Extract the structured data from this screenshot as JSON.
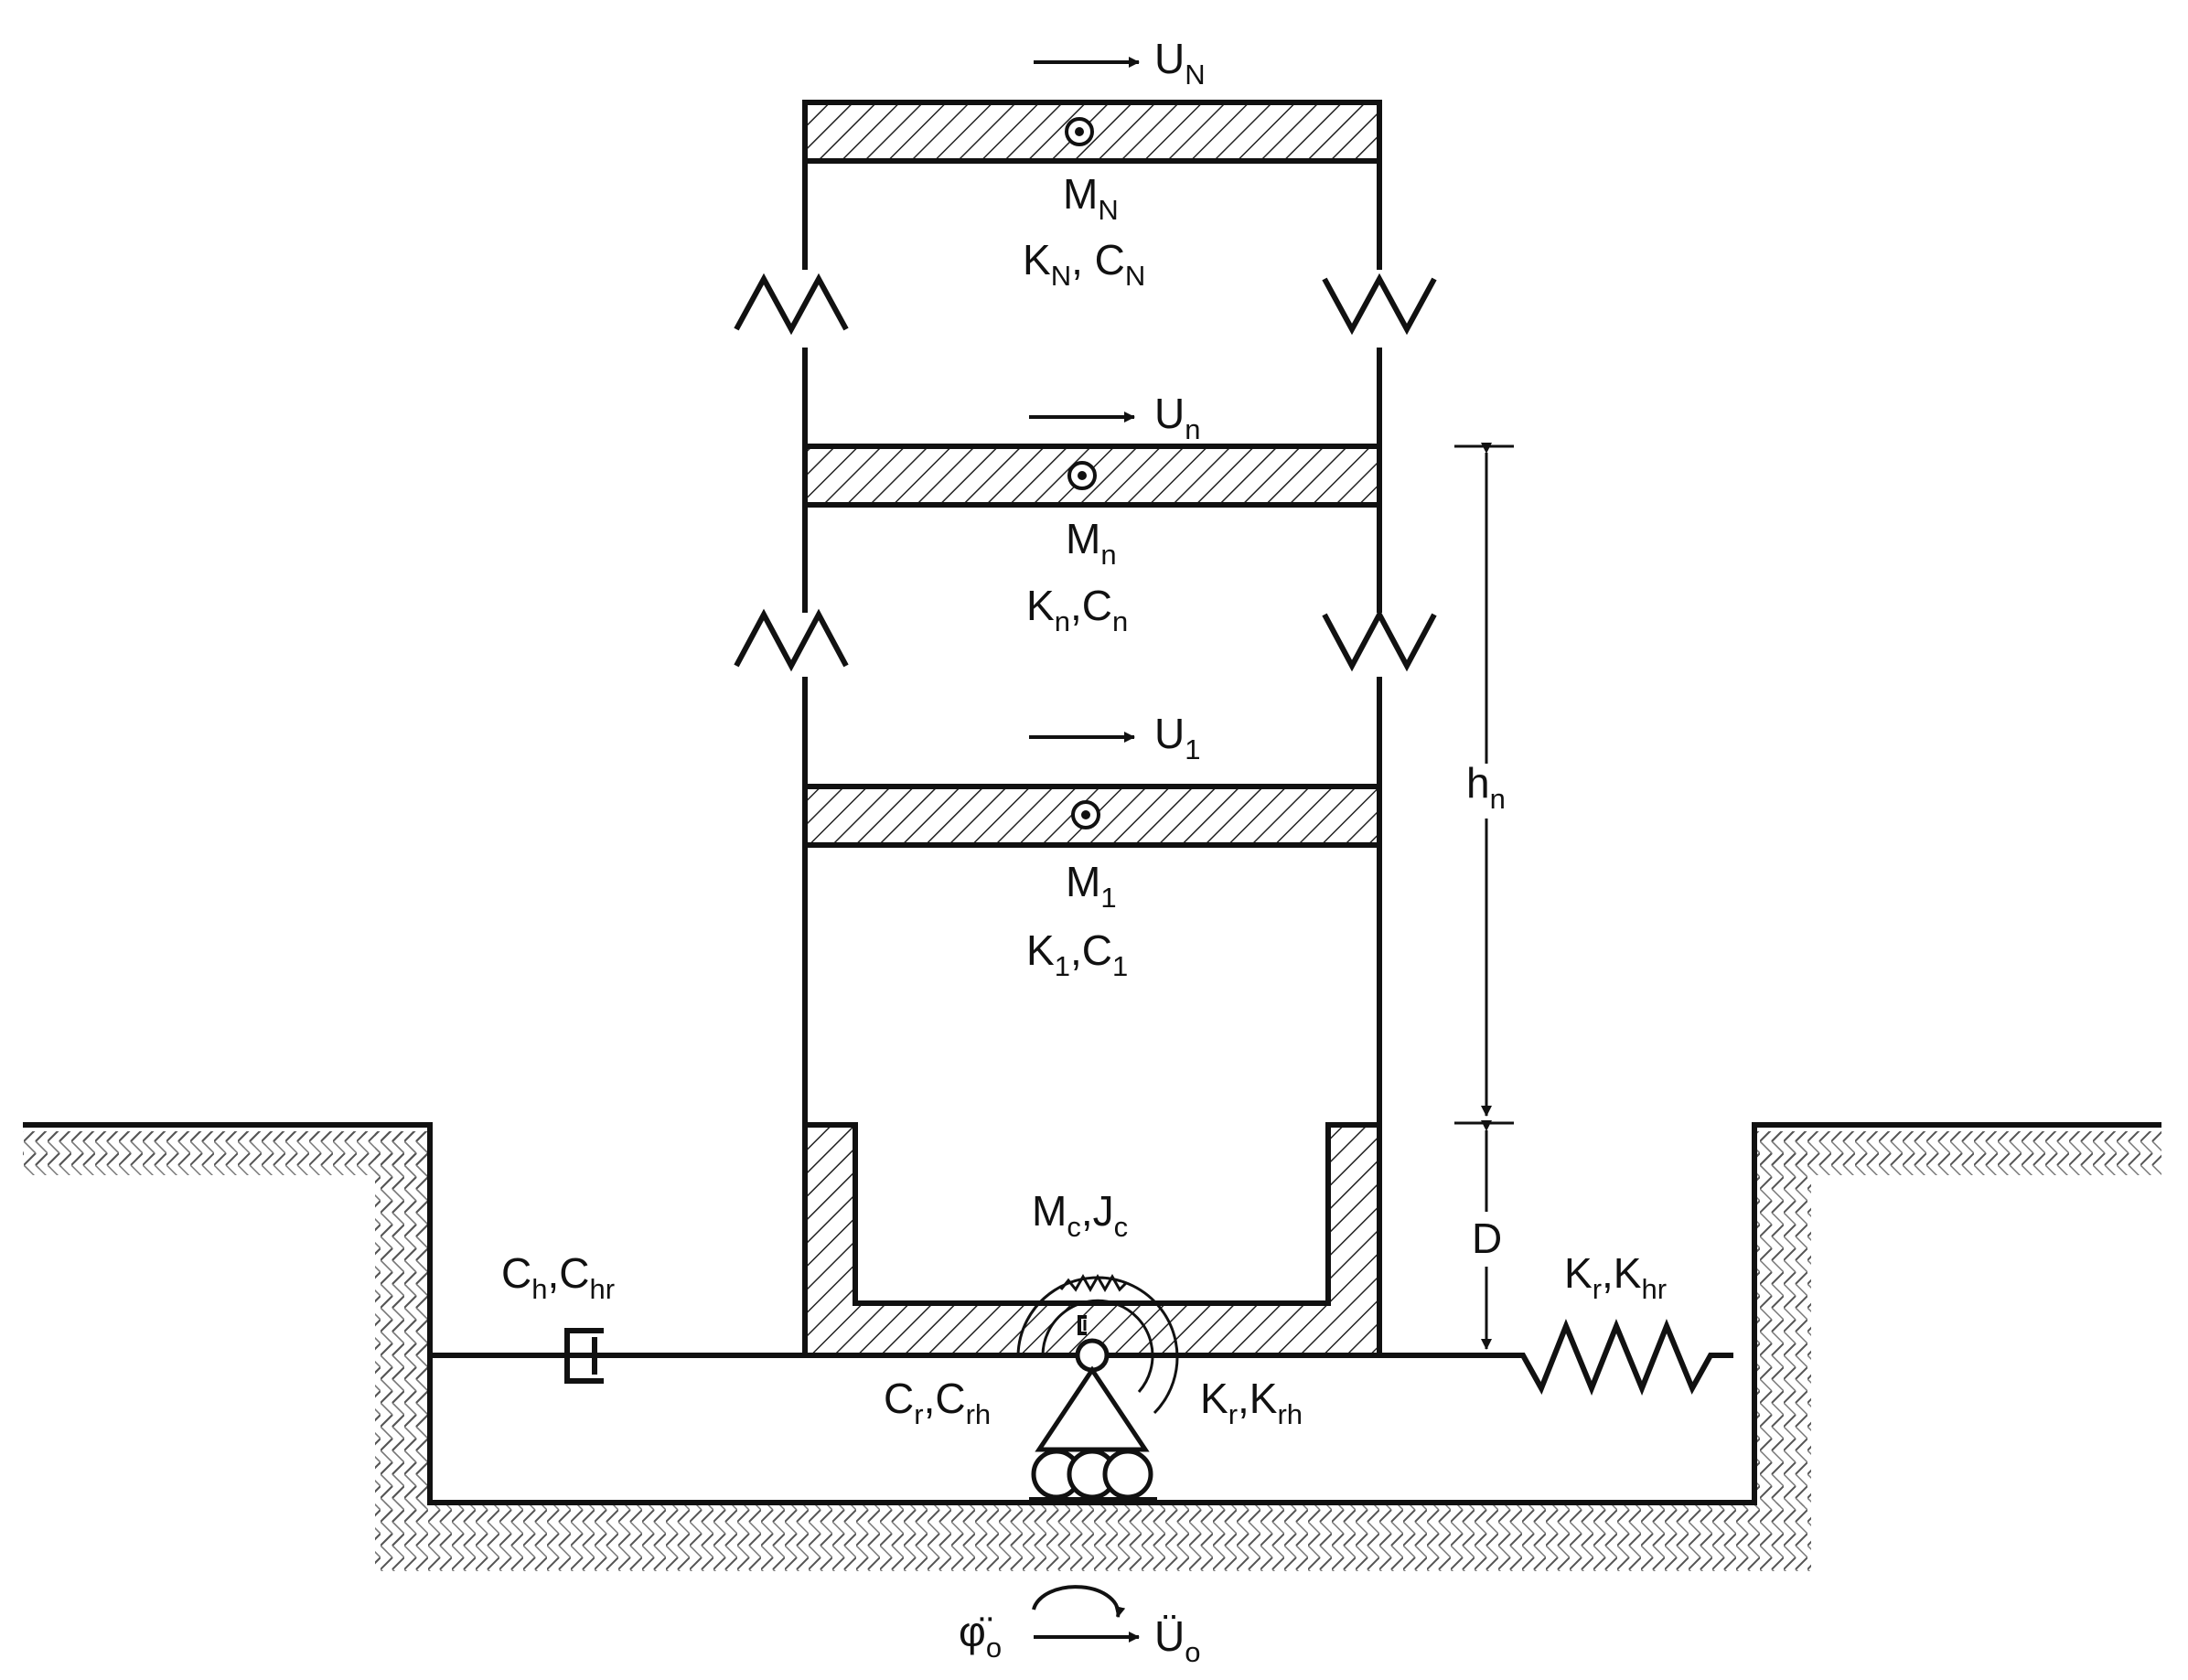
{
  "floors": [
    {
      "id": "N",
      "disp": "U",
      "disp_sub": "N",
      "mass": "M",
      "mass_sub": "N",
      "k": "K",
      "k_sub": "N",
      "sep": ", ",
      "c": "C",
      "c_sub": "N"
    },
    {
      "id": "n",
      "disp": "U",
      "disp_sub": "n",
      "mass": "M",
      "mass_sub": "n",
      "k": "K",
      "k_sub": "n",
      "sep": ",",
      "c": "C",
      "c_sub": "n"
    },
    {
      "id": "1",
      "disp": "U",
      "disp_sub": "1",
      "mass": "M",
      "mass_sub": "1",
      "k": "K",
      "k_sub": "1",
      "sep": ",",
      "c": "C",
      "c_sub": "1"
    }
  ],
  "dimensions": {
    "h": "h",
    "h_sub": "n",
    "d": "D"
  },
  "foundation": {
    "mass": "M",
    "mass_sub": "c",
    "sep": ",",
    "inertia": "J",
    "inertia_sub": "c"
  },
  "soil_left": {
    "c1": "C",
    "c1_sub": "h",
    "sep": ",",
    "c2": "C",
    "c2_sub": "hr"
  },
  "soil_right": {
    "k1": "K",
    "k1_sub": "r",
    "sep": ",",
    "k2": "K",
    "k2_sub": "hr"
  },
  "rotational_damper": {
    "c1": "C",
    "c1_sub": "r",
    "sep": ",",
    "c2": "C",
    "c2_sub": "rh"
  },
  "rotational_spring": {
    "k1": "K",
    "k1_sub": "r",
    "sep": ",",
    "k2": "K",
    "k2_sub": "rh"
  },
  "ground_motion": {
    "rotation": "φ̈",
    "rotation_sub": "o",
    "translation": "Ü",
    "translation_sub": "o"
  }
}
